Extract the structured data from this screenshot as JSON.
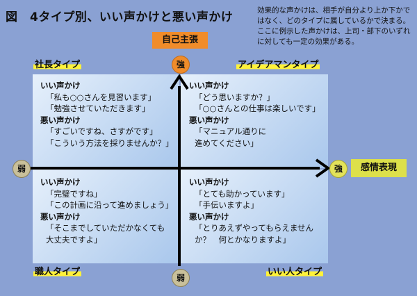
{
  "title": "図　4タイプ別、いい声かけと悪い声かけ",
  "description": "効果的な声かけは、相手が自分より上か下かではなく、どのタイプに属しているかで決まる。ここに例示した声かけは、上司・部下のいずれに対しても一定の効果がある。",
  "axes": {
    "vertical_label": "自己主張",
    "horizontal_label": "感情表現",
    "strong": "強",
    "weak": "弱"
  },
  "quadrants": {
    "top_left": {
      "type": "社長タイプ",
      "good_heading": "いい声かけ",
      "good": [
        "「私も○○さんを見習います」",
        "「勉強させていただきます」"
      ],
      "bad_heading": "悪い声かけ",
      "bad": [
        "「すごいですね、さすがです」",
        "「こういう方法を採りませんか？」"
      ]
    },
    "top_right": {
      "type": "アイデアマンタイプ",
      "good_heading": "いい声かけ",
      "good": [
        "「どう思いますか？」",
        "「○○さんとの仕事は楽しいです」"
      ],
      "bad_heading": "悪い声かけ",
      "bad": [
        "「マニュアル通りに",
        "進めてください」"
      ]
    },
    "bottom_left": {
      "type": "職人タイプ",
      "good_heading": "いい声かけ",
      "good": [
        "「完璧ですね」",
        "「この計画に沿って進めましょう」"
      ],
      "bad_heading": "悪い声かけ",
      "bad": [
        "「そこまでしていただかなくても",
        "大丈夫ですよ」"
      ]
    },
    "bottom_right": {
      "type": "いい人タイプ",
      "good_heading": "いい声かけ",
      "good": [
        "「とても助かっています」",
        "「手伝いますよ」"
      ],
      "bad_heading": "悪い声かけ",
      "bad": [
        "「とりあえずやってもらえません",
        "か？　何とかなりますよ」"
      ]
    }
  },
  "colors": {
    "background": "#8aa1d3",
    "orange": "#f08c2a",
    "yellow_highlight": "#fff23a",
    "green_yellow": "#dde04a"
  }
}
